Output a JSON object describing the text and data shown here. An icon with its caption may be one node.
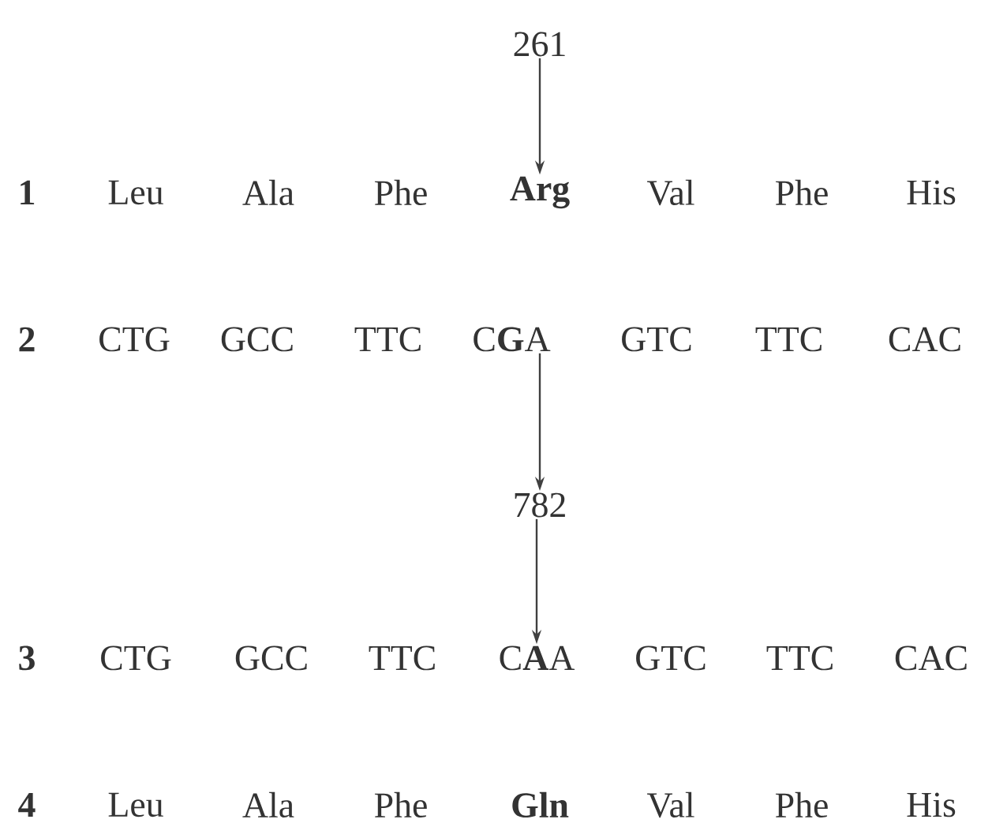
{
  "diagram": {
    "nodes": [
      {
        "text": [
          "261"
        ]
      },
      {
        "text": [
          "Arg"
        ]
      },
      {
        "text": [
          "C**G**A"
        ]
      },
      {
        "text": [
          "782"
        ]
      },
      {
        "text": [
          "C**A**A"
        ]
      }
    ],
    "edges": [
      {
        "from": 0,
        "to": 1,
        "arrow": "to"
      },
      {
        "from": 2,
        "to": 3,
        "arrow": "to"
      },
      {
        "from": 3,
        "to": 4,
        "arrow": "to"
      }
    ],
    "labels": [
      "1",
      "Leu",
      "Ala",
      "Phe",
      "Val",
      "Phe",
      "His",
      "2",
      "CTG",
      "GCC",
      "TTC",
      "GTC",
      "TTC",
      "CAC",
      "3",
      "CTG",
      "GCC",
      "TTC",
      "GTC",
      "TTC",
      "CAC",
      "4",
      "Leu",
      "Ala",
      "Phe",
      "Gln",
      "Val",
      "Phe",
      "His"
    ]
  }
}
